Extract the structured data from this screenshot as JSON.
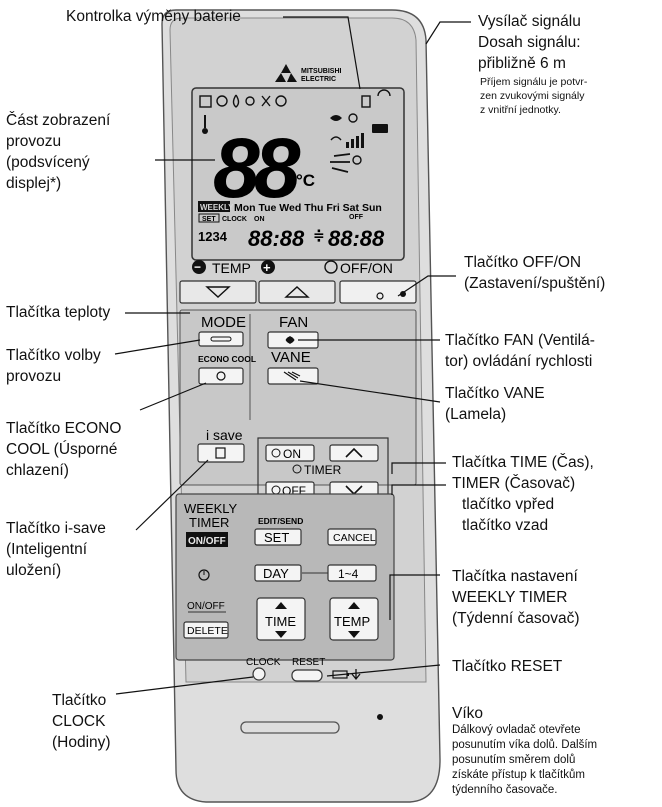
{
  "callouts": {
    "battery": "Kontrolka výměny baterie",
    "transmitter": "Vysílač signálu\nDosah signálu:\npřibližně 6 m",
    "transmitter_note": "Příjem signálu je potvr-\nzen zvukovými signály\nz vnitřní jednotky.",
    "display": "Část zobrazení\nprovozu\n(podsvícený\ndisplej*)",
    "offon": "Tlačítko OFF/ON\n(Zastavení/spuštění)",
    "temp": "Tlačítka teploty",
    "mode": "Tlačítko volby\nprovozu",
    "fan": "Tlačítko FAN (Ventilá-\ntor) ovládání rychlosti",
    "vane": "Tlačítko VANE\n(Lamela)",
    "econo": "Tlačítko ECONO\nCOOL (Úsporné\nchlazení)",
    "time": "Tlačítka TIME (Čas),\nTIMER (Časovač)",
    "time_sub": "tlačítko vpřed\ntlačítko vzad",
    "isave": "Tlačítko i-save\n(Inteligentní\nuložení)",
    "weekly": "Tlačítka nastavení\nWEEKLY TIMER\n(Týdenní časovač)",
    "reset": "Tlačítko RESET",
    "clock": "Tlačítko\nCLOCK\n(Hodiny)",
    "lid_title": "Víko",
    "lid_desc": "Dálkový ovladač otevřete\nposunutím víka dolů. Dalším\nposunutím směrem dolů\nzískáte přístup k tlačítkům\ntýdenního časovače."
  },
  "remote": {
    "brand_line1": "MITSUBISHI",
    "brand_line2": "ELECTRIC",
    "temp_digits": "88",
    "unit": "°C",
    "weekly_badge": "WEEKLY",
    "days": "Mon Tue Wed Thu Fri Sat Sun",
    "set_badge": "SET",
    "clock_small": "CLOCK",
    "on_small": "ON",
    "off_small": "OFF",
    "program_digits": "1234",
    "time_left": "88:88",
    "time_sep": "≑",
    "time_right": "88:88",
    "minus": "−",
    "temp_label": "TEMP",
    "plus": "+",
    "offon_label": "OFF/ON",
    "mode": "MODE",
    "fan": "FAN",
    "econo_cool": "ECONO COOL",
    "vane": "VANE",
    "isave": "i save",
    "on_btn": "ON",
    "timer": "TIMER",
    "off_btn": "OFF",
    "weekly_timer_1": "WEEKLY",
    "weekly_timer_2": "TIMER",
    "onoff_btn": "ON/OFF",
    "edit_send": "EDIT/SEND",
    "set": "SET",
    "cancel": "CANCEL",
    "day": "DAY",
    "one_to_four": "1~4",
    "onoff_small": "ON/OFF",
    "delete": "DELETE",
    "time_btn": "TIME",
    "temp_btn": "TEMP",
    "clock": "CLOCK",
    "reset": "RESET"
  },
  "colors": {
    "body": "#dcdcdc",
    "lcd": "#cfcfcf",
    "panel": "#c4c4c4",
    "dark_panel": "#b4b4b4",
    "ink": "#111111"
  }
}
